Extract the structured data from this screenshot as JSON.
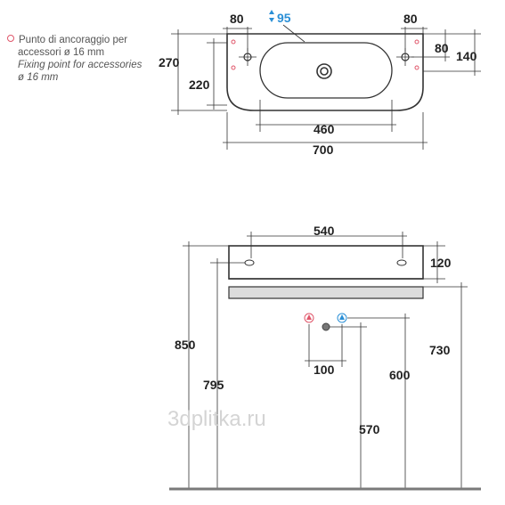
{
  "legend": {
    "it_line1": "Punto di ancoraggio per",
    "it_line2": "accessori ø 16 mm",
    "en_line1": "Fixing point for accessories",
    "en_line2": "ø 16 mm"
  },
  "top_view": {
    "dim_80_left": "80",
    "dim_hole": "95",
    "dim_80_right": "80",
    "dim_270": "270",
    "dim_220": "220",
    "dim_80_side": "80",
    "dim_140": "140",
    "dim_460": "460",
    "dim_700": "700"
  },
  "front_view": {
    "dim_540": "540",
    "dim_120": "120",
    "dim_850": "850",
    "dim_795": "795",
    "dim_730": "730",
    "dim_600": "600",
    "dim_100": "100",
    "dim_570": "570"
  },
  "watermark": "3dplitka.ru",
  "colors": {
    "hot_marker": "#e0566a",
    "cold_marker": "#2a8fd6",
    "floor": "#7a7a7a"
  }
}
